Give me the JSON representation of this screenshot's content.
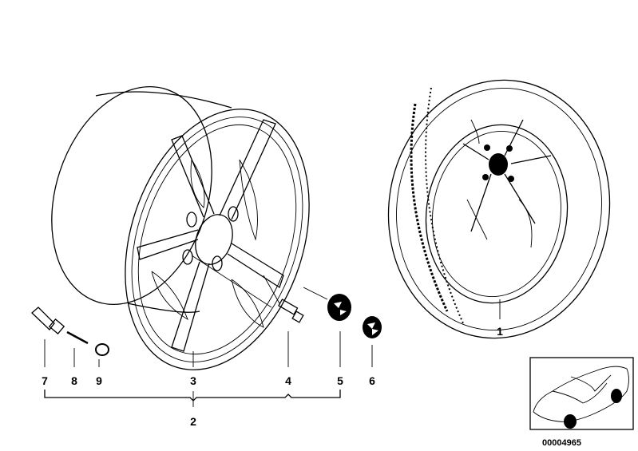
{
  "diagram": {
    "part_labels": {
      "tire_wheel": "1",
      "wheel_set": "2",
      "rim": "3",
      "wheel_bolt": "4",
      "hub_cap": "5",
      "emblem": "6",
      "valve": "7",
      "valve_insert": "8",
      "valve_cap": "9"
    },
    "reference_number": "00004965"
  },
  "colors": {
    "ink": "#000000",
    "background": "#ffffff"
  }
}
